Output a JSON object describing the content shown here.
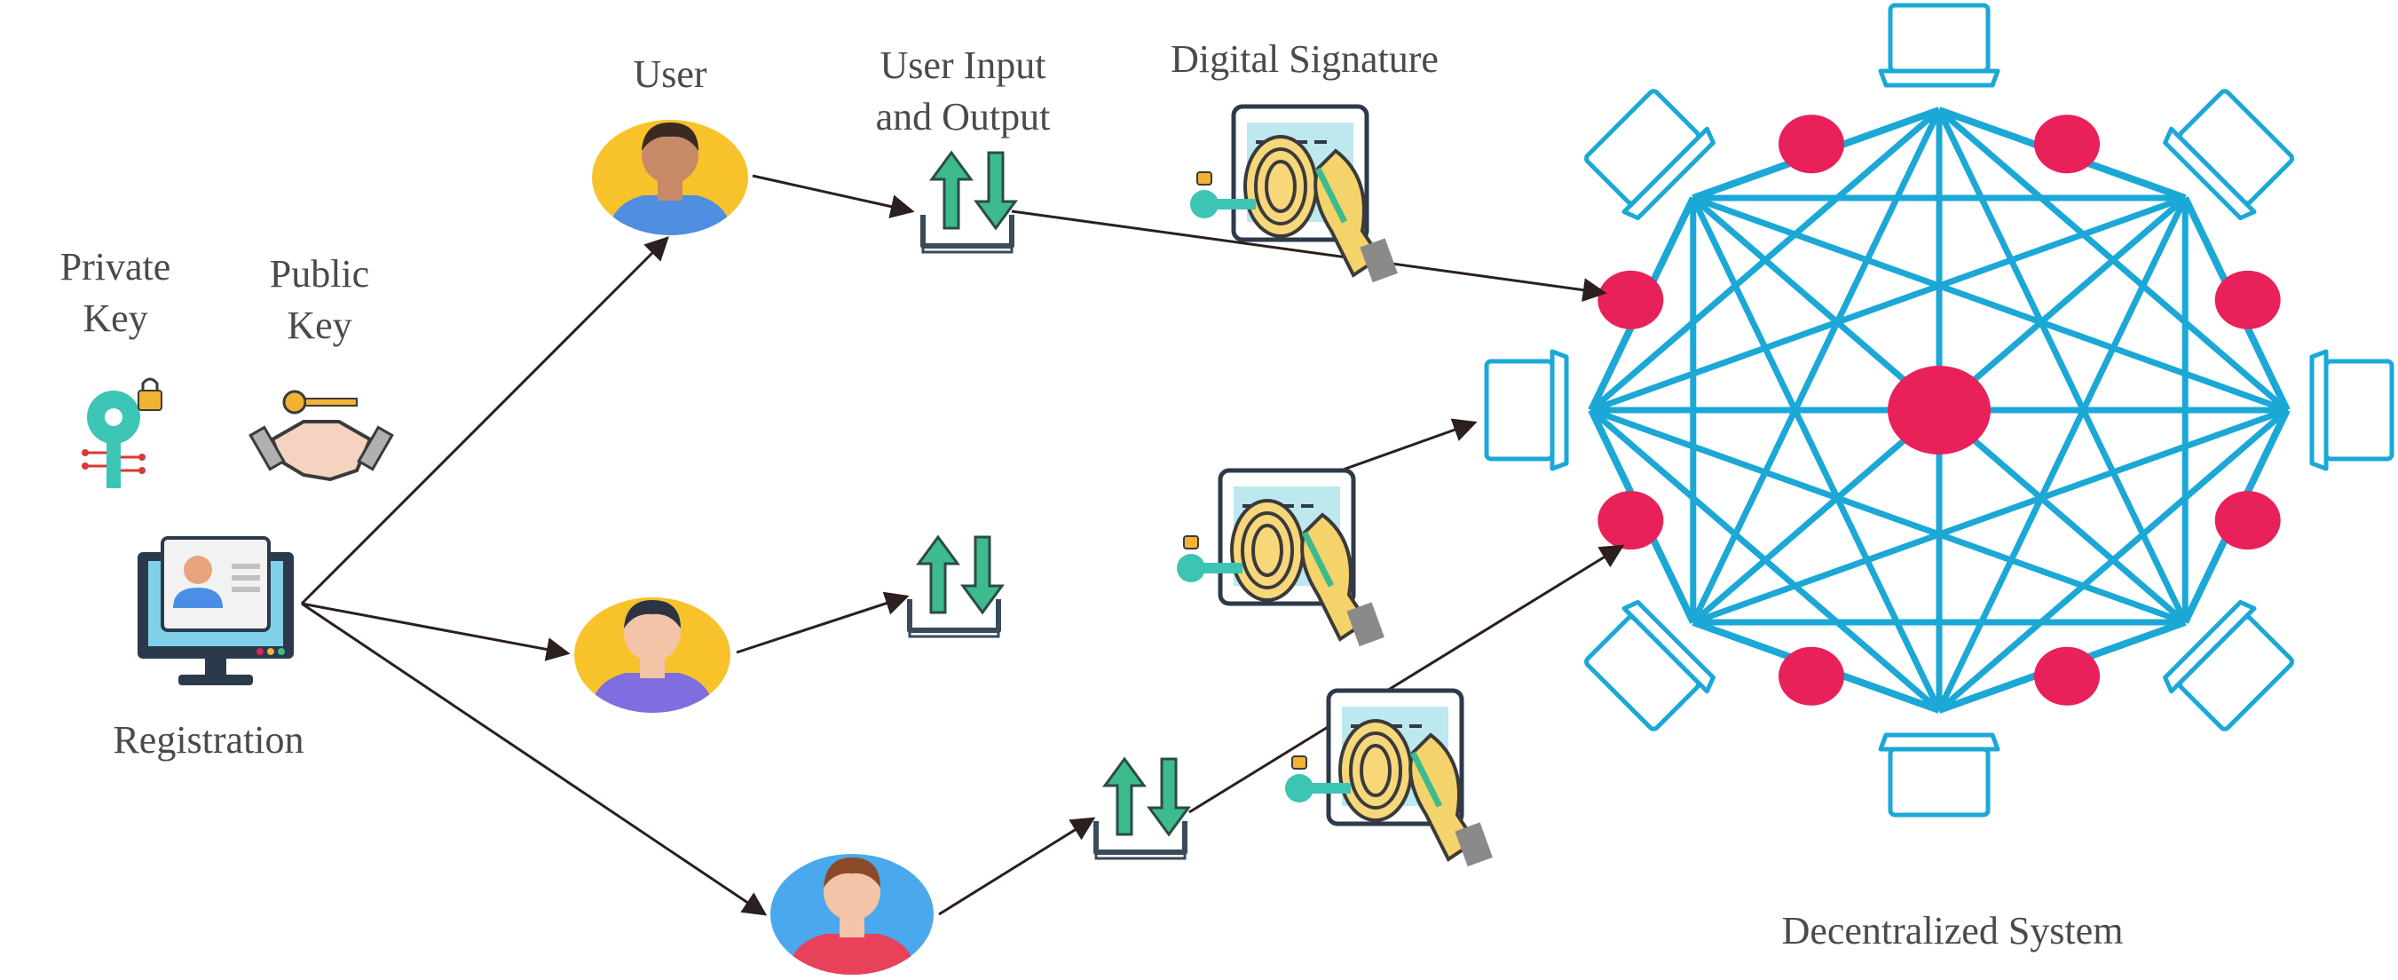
{
  "labels": {
    "private_key": "Private\nKey",
    "public_key": "Public\nKey",
    "registration": "Registration",
    "user": "User",
    "user_io": "User Input\nand Output",
    "digital_signature": "Digital Signature",
    "decentralized_system": "Decentralized System"
  },
  "colors": {
    "network_line": "#1ba8d6",
    "network_node": "#e8215a",
    "arrow": "#2b1f1f",
    "io_arrow": "#3dbb8d",
    "key": "#3cc4b4",
    "lock": "#f2b233",
    "user_bg_yellow": "#f8c32a",
    "user_bg_blue": "#4aa8ec"
  },
  "icons": {
    "private_key": "key-with-lock-icon",
    "public_key": "handshake-key-icon",
    "registration": "computer-profile-icon",
    "user": "user-avatar-icon",
    "io": "up-down-arrows-tray-icon",
    "signature": "fingerprint-signature-tablet-icon",
    "laptop": "laptop-icon"
  }
}
